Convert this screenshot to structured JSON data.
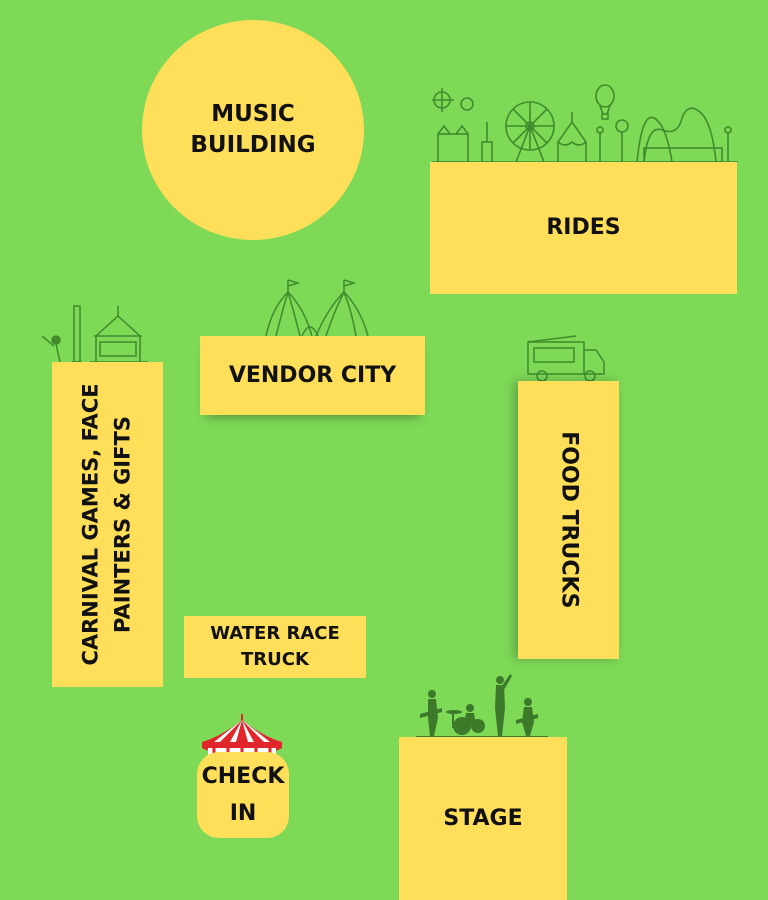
{
  "colors": {
    "background": "#7ed957",
    "zone": "#ffde59",
    "line_art": "#3f8b2c",
    "silhouette": "#3c7a2a",
    "tent_red": "#e0252b"
  },
  "zones": {
    "music_line1": "MUSIC",
    "music_line2": "BUILDING",
    "rides": "RIDES",
    "vendor": "VENDOR CITY",
    "carnival_line1": "CARNIVAL GAMES, FACE",
    "carnival_line2": "PAINTERS & GIFTS",
    "food": "FOOD TRUCKS",
    "water_line1": "WATER RACE",
    "water_line2": "TRUCK",
    "checkin_line1": "CHECK",
    "checkin_line2": "IN",
    "stage": "STAGE"
  },
  "icons": [
    "amusement-park-skyline-icon",
    "circus-tents-icon",
    "carnival-games-icon",
    "food-truck-icon",
    "band-silhouette-icon",
    "circus-tent-icon"
  ]
}
